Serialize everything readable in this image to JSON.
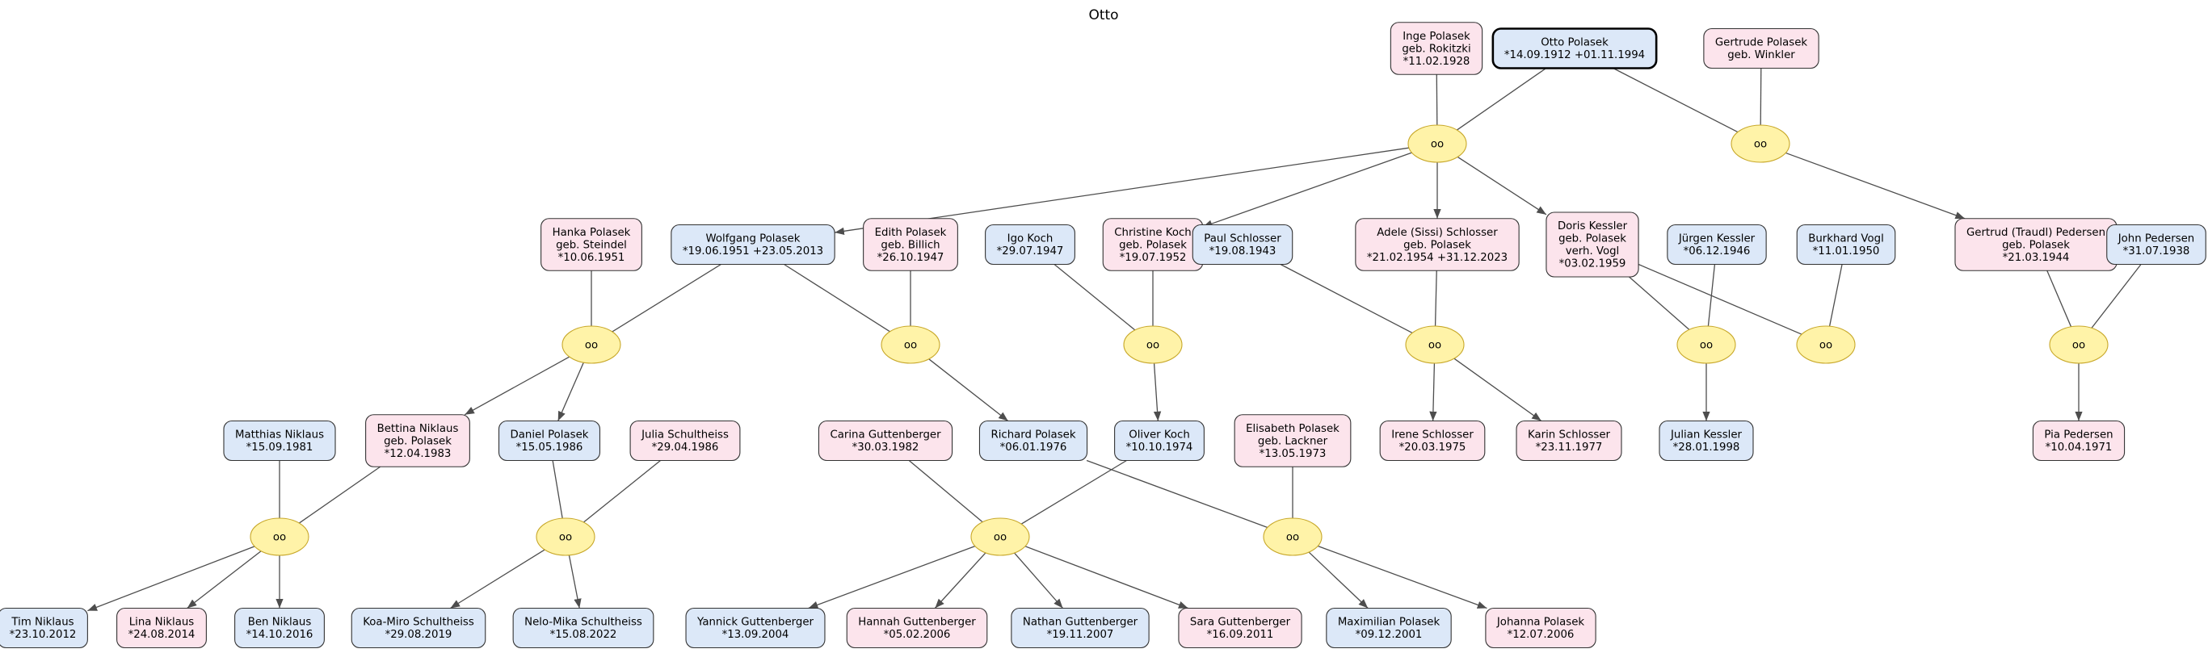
{
  "title": "Otto",
  "union_symbol": "oo",
  "colors": {
    "male_fill": "#dce8f8",
    "female_fill": "#fce4ec",
    "union_fill": "#fff3a8",
    "union_stroke": "#c8a82a",
    "node_stroke": "#333333",
    "root_stroke": "#000000",
    "edge": "#4d4d4d"
  },
  "persons": [
    {
      "id": "inge",
      "sex": "f",
      "lines": [
        "Inge Polasek",
        "geb. Rokitzki",
        "*11.02.1928"
      ]
    },
    {
      "id": "otto",
      "sex": "m",
      "root": true,
      "lines": [
        "Otto Polasek",
        "*14.09.1912  +01.11.1994"
      ]
    },
    {
      "id": "gertrude",
      "sex": "f",
      "lines": [
        "Gertrude Polasek",
        "geb. Winkler"
      ]
    },
    {
      "id": "hanka",
      "sex": "f",
      "lines": [
        "Hanka Polasek",
        "geb. Steindel",
        "*10.06.1951"
      ]
    },
    {
      "id": "wolfgang",
      "sex": "m",
      "lines": [
        "Wolfgang Polasek",
        "*19.06.1951  +23.05.2013"
      ]
    },
    {
      "id": "edith",
      "sex": "f",
      "lines": [
        "Edith Polasek",
        "geb. Billich",
        "*26.10.1947"
      ]
    },
    {
      "id": "igo",
      "sex": "m",
      "lines": [
        "Igo Koch",
        "*29.07.1947"
      ]
    },
    {
      "id": "christine",
      "sex": "f",
      "lines": [
        "Christine Koch",
        "geb. Polasek",
        "*19.07.1952"
      ]
    },
    {
      "id": "paul",
      "sex": "m",
      "lines": [
        "Paul Schlosser",
        "*19.08.1943"
      ]
    },
    {
      "id": "adele",
      "sex": "f",
      "lines": [
        "Adele (Sissi) Schlosser",
        "geb. Polasek",
        "*21.02.1954  +31.12.2023"
      ]
    },
    {
      "id": "doris",
      "sex": "f",
      "lines": [
        "Doris Kessler",
        "geb. Polasek",
        "verh. Vogl",
        "*03.02.1959"
      ]
    },
    {
      "id": "juergen",
      "sex": "m",
      "lines": [
        "Jürgen Kessler",
        "*06.12.1946"
      ]
    },
    {
      "id": "burkhard",
      "sex": "m",
      "lines": [
        "Burkhard Vogl",
        "*11.01.1950"
      ]
    },
    {
      "id": "gertrud",
      "sex": "f",
      "lines": [
        "Gertrud (Traudl) Pedersen",
        "geb. Polasek",
        "*21.03.1944"
      ]
    },
    {
      "id": "john",
      "sex": "m",
      "lines": [
        "John Pedersen",
        "*31.07.1938"
      ]
    },
    {
      "id": "matthias",
      "sex": "m",
      "lines": [
        "Matthias Niklaus",
        "*15.09.1981"
      ]
    },
    {
      "id": "bettina",
      "sex": "f",
      "lines": [
        "Bettina Niklaus",
        "geb. Polasek",
        "*12.04.1983"
      ]
    },
    {
      "id": "daniel",
      "sex": "m",
      "lines": [
        "Daniel Polasek",
        "*15.05.1986"
      ]
    },
    {
      "id": "julia",
      "sex": "f",
      "lines": [
        "Julia Schultheiss",
        "*29.04.1986"
      ]
    },
    {
      "id": "carina",
      "sex": "f",
      "lines": [
        "Carina Guttenberger",
        "*30.03.1982"
      ]
    },
    {
      "id": "richard",
      "sex": "m",
      "lines": [
        "Richard Polasek",
        "*06.01.1976"
      ]
    },
    {
      "id": "oliver",
      "sex": "m",
      "lines": [
        "Oliver Koch",
        "*10.10.1974"
      ]
    },
    {
      "id": "elisabeth",
      "sex": "f",
      "lines": [
        "Elisabeth Polasek",
        "geb. Lackner",
        "*13.05.1973"
      ]
    },
    {
      "id": "irene",
      "sex": "f",
      "lines": [
        "Irene Schlosser",
        "*20.03.1975"
      ]
    },
    {
      "id": "karin",
      "sex": "f",
      "lines": [
        "Karin Schlosser",
        "*23.11.1977"
      ]
    },
    {
      "id": "julian",
      "sex": "m",
      "lines": [
        "Julian Kessler",
        "*28.01.1998"
      ]
    },
    {
      "id": "pia",
      "sex": "f",
      "lines": [
        "Pia Pedersen",
        "*10.04.1971"
      ]
    },
    {
      "id": "tim",
      "sex": "m",
      "lines": [
        "Tim Niklaus",
        "*23.10.2012"
      ]
    },
    {
      "id": "lina",
      "sex": "f",
      "lines": [
        "Lina Niklaus",
        "*24.08.2014"
      ]
    },
    {
      "id": "ben",
      "sex": "m",
      "lines": [
        "Ben Niklaus",
        "*14.10.2016"
      ]
    },
    {
      "id": "koa",
      "sex": "m",
      "lines": [
        "Koa-Miro Schultheiss",
        "*29.08.2019"
      ]
    },
    {
      "id": "nelo",
      "sex": "m",
      "lines": [
        "Nelo-Mika Schultheiss",
        "*15.08.2022"
      ]
    },
    {
      "id": "yannick",
      "sex": "m",
      "lines": [
        "Yannick Guttenberger",
        "*13.09.2004"
      ]
    },
    {
      "id": "hannah",
      "sex": "f",
      "lines": [
        "Hannah Guttenberger",
        "*05.02.2006"
      ]
    },
    {
      "id": "nathan",
      "sex": "m",
      "lines": [
        "Nathan Guttenberger",
        "*19.11.2007"
      ]
    },
    {
      "id": "sara",
      "sex": "f",
      "lines": [
        "Sara Guttenberger",
        "*16.09.2011"
      ]
    },
    {
      "id": "maximilian",
      "sex": "m",
      "lines": [
        "Maximilian Polasek",
        "*09.12.2001"
      ]
    },
    {
      "id": "johanna",
      "sex": "f",
      "lines": [
        "Johanna Polasek",
        "*12.07.2006"
      ]
    }
  ],
  "unions": [
    {
      "id": "u_otto_inge",
      "partners": [
        "inge",
        "otto"
      ],
      "children": [
        "wolfgang",
        "christine",
        "adele",
        "doris"
      ]
    },
    {
      "id": "u_otto_gertrude",
      "partners": [
        "otto",
        "gertrude"
      ],
      "children": [
        "gertrud"
      ]
    },
    {
      "id": "u_wolfgang_hanka",
      "partners": [
        "hanka",
        "wolfgang"
      ],
      "children": [
        "bettina",
        "daniel"
      ]
    },
    {
      "id": "u_wolfgang_edith",
      "partners": [
        "wolfgang",
        "edith"
      ],
      "children": [
        "richard"
      ]
    },
    {
      "id": "u_christine_igo",
      "partners": [
        "igo",
        "christine"
      ],
      "children": [
        "oliver"
      ]
    },
    {
      "id": "u_adele_paul",
      "partners": [
        "paul",
        "adele"
      ],
      "children": [
        "irene",
        "karin"
      ]
    },
    {
      "id": "u_doris_juergen",
      "partners": [
        "doris",
        "juergen"
      ],
      "children": [
        "julian"
      ]
    },
    {
      "id": "u_doris_burkhard",
      "partners": [
        "doris",
        "burkhard"
      ],
      "children": []
    },
    {
      "id": "u_gertrud_john",
      "partners": [
        "gertrud",
        "john"
      ],
      "children": [
        "pia"
      ]
    },
    {
      "id": "u_bettina_matthias",
      "partners": [
        "matthias",
        "bettina"
      ],
      "children": [
        "tim",
        "lina",
        "ben"
      ]
    },
    {
      "id": "u_daniel_julia",
      "partners": [
        "daniel",
        "julia"
      ],
      "children": [
        "koa",
        "nelo"
      ]
    },
    {
      "id": "u_carina_oliver",
      "partners": [
        "carina",
        "oliver"
      ],
      "children": [
        "yannick",
        "hannah",
        "nathan",
        "sara"
      ]
    },
    {
      "id": "u_richard_elisabeth",
      "partners": [
        "richard",
        "elisabeth"
      ],
      "children": [
        "maximilian",
        "johanna"
      ]
    }
  ]
}
